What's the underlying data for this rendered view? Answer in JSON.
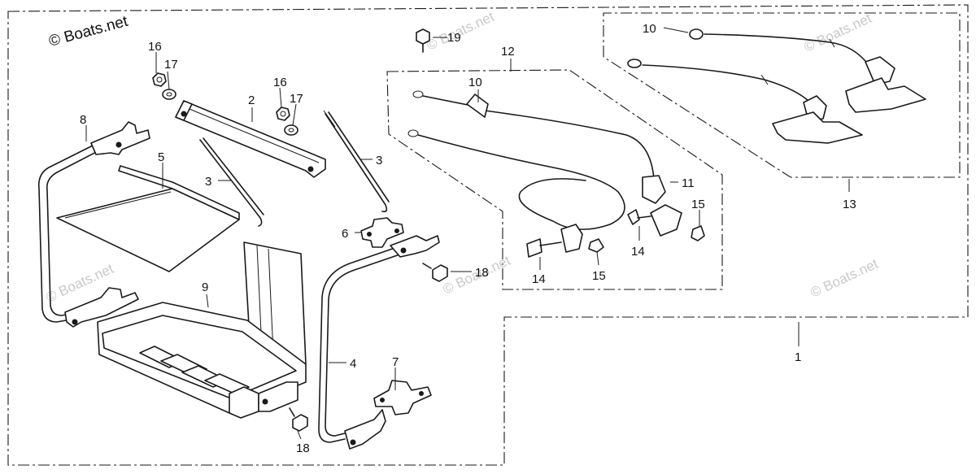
{
  "watermark": {
    "main": "© Boats.net",
    "repeat": "© Boats.net"
  },
  "callouts": {
    "c1": "1",
    "c2": "2",
    "c3a": "3",
    "c3b": "3",
    "c4": "4",
    "c5": "5",
    "c6": "6",
    "c7": "7",
    "c8": "8",
    "c9": "9",
    "c10a": "10",
    "c10b": "10",
    "c11": "11",
    "c12": "12",
    "c13": "13",
    "c14a": "14",
    "c14b": "14",
    "c15a": "15",
    "c15b": "15",
    "c16a": "16",
    "c16b": "16",
    "c17a": "17",
    "c17b": "17",
    "c18a": "18",
    "c18b": "18",
    "c19": "19"
  }
}
